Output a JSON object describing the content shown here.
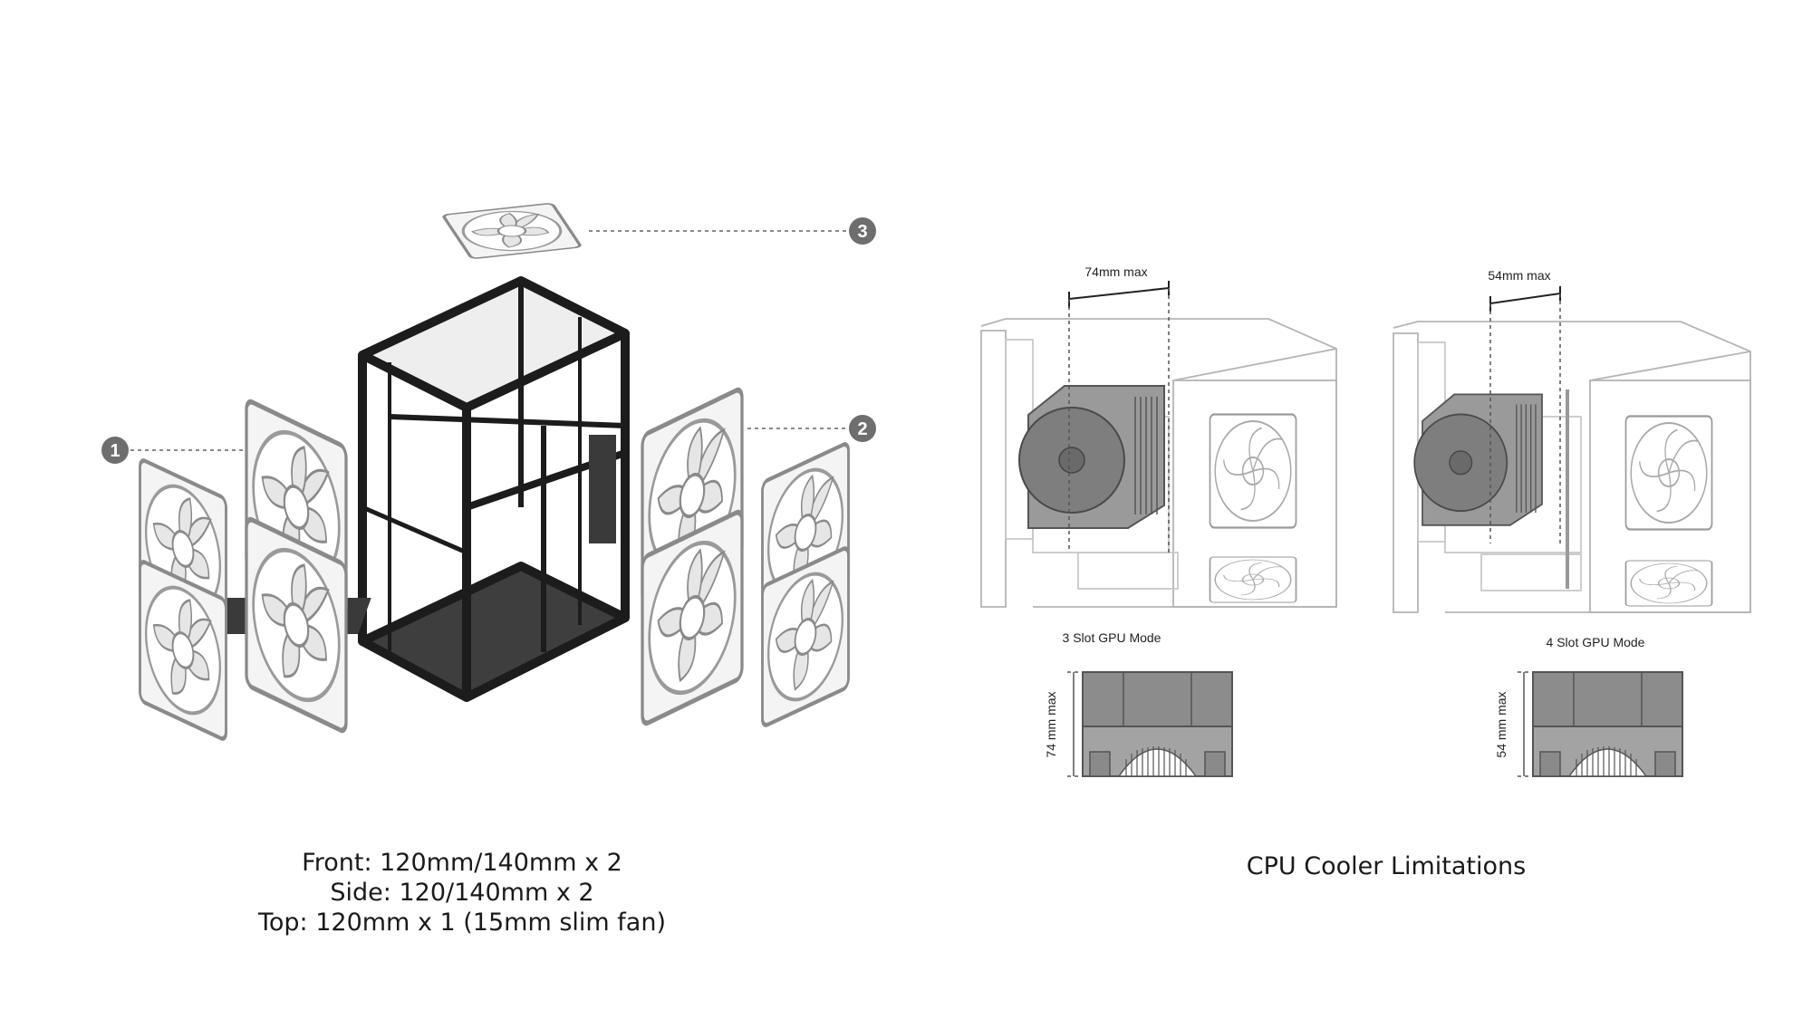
{
  "exploded_view": {
    "callouts": [
      {
        "number": "1",
        "target": "front fans"
      },
      {
        "number": "2",
        "target": "side fans"
      },
      {
        "number": "3",
        "target": "top fan"
      }
    ],
    "caption": {
      "front": "Front: 120mm/140mm x 2",
      "side": "Side: 120/140mm x 2",
      "top": "Top: 120mm x 1 (15mm slim fan)"
    }
  },
  "cooler_limits": {
    "title": "CPU Cooler Limitations",
    "modes": [
      {
        "label": "3 Slot GPU Mode",
        "top_dimension": "74mm max",
        "side_dimension": "74 mm max"
      },
      {
        "label": "4 Slot GPU Mode",
        "top_dimension": "54mm max",
        "side_dimension": "54 mm max"
      }
    ]
  },
  "colors": {
    "frame": "#1c1c1c",
    "badge": "#6e6e6e",
    "fan_outline": "#8a8a8a",
    "cooler_fill": "#8c8c8c"
  }
}
